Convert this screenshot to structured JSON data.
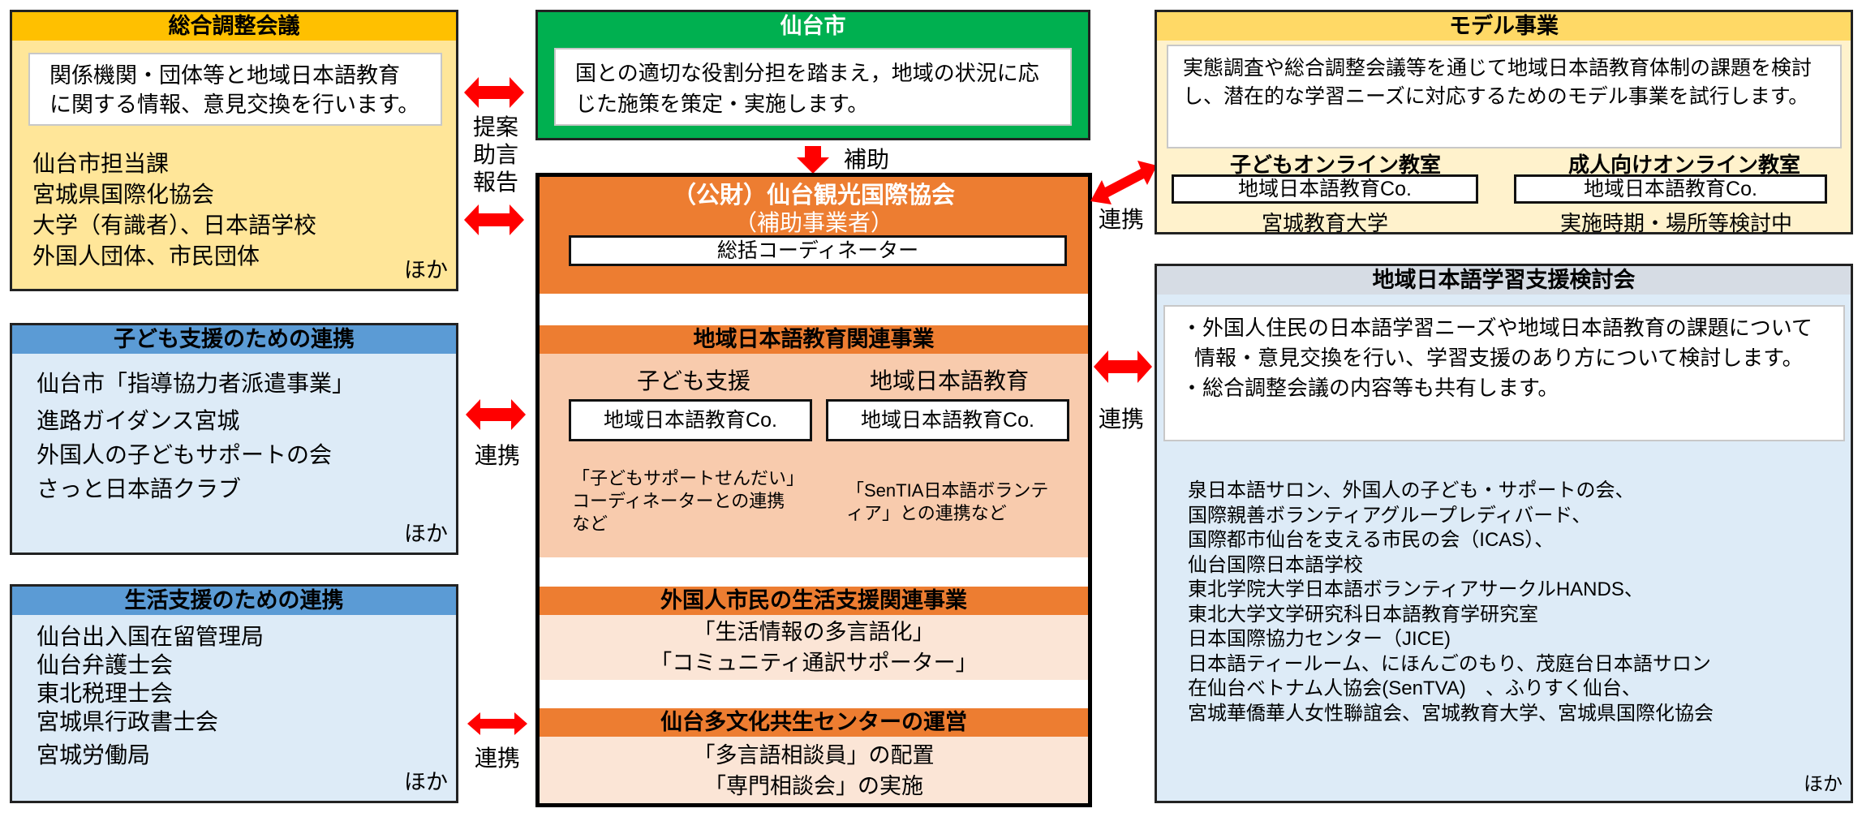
{
  "coord": {
    "title": "総合調整会議",
    "desc": "関係機関・団体等と地域日本語教育に関する情報、意見交換を行います。",
    "items": [
      "仙台市担当課",
      "宮城県国際化協会",
      "大学（有識者）、日本語学校",
      "外国人団体、市民団体"
    ],
    "more": "ほか"
  },
  "child": {
    "title": "子ども支援のための連携",
    "items": [
      "仙台市「指導協力者派遣事業」",
      "進路ガイダンス宮城",
      "外国人の子どもサポートの会",
      "さっと日本語クラブ"
    ],
    "more": "ほか"
  },
  "life": {
    "title": "生活支援のための連携",
    "items": [
      "仙台出入国在留管理局",
      "仙台弁護士会",
      "東北税理士会",
      "宮城県行政書士会",
      "宮城労働局"
    ],
    "more": "ほか"
  },
  "arrows": {
    "proposal": [
      "提案",
      "助言",
      "報告"
    ],
    "link": "連携",
    "subsidy": "補助"
  },
  "city": {
    "title": "仙台市",
    "desc": "国との適切な役割分担を踏まえ，地域の状況に応じた施策を策定・実施します。"
  },
  "assoc": {
    "title": "（公財）仙台観光国際協会",
    "subtitle": "（補助事業者）",
    "coordinator": "総括コーディネーター",
    "edu": {
      "title": "地域日本語教育関連事業",
      "cols": [
        {
          "head": "子ども支援",
          "co": "地域日本語教育Co.",
          "note": "「子どもサポートせんだい」コーディネーターとの連携など"
        },
        {
          "head": "地域日本語教育",
          "co": "地域日本語教育Co.",
          "note": "「SenTIA日本語ボランティア」との連携など"
        }
      ]
    },
    "life": {
      "title": "外国人市民の生活支援関連事業",
      "items": [
        "「生活情報の多言語化」",
        "「コミュニティ通訳サポーター」"
      ]
    },
    "center": {
      "title": "仙台多文化共生センターの運営",
      "items": [
        "「多言語相談員」の配置",
        "「専門相談会」の実施"
      ]
    }
  },
  "model": {
    "title": "モデル事業",
    "desc": "実態調査や総合調整会議等を通じて地域日本語教育体制の課題を検討し、潜在的な学習ニーズに対応するためのモデル事業を試行します。",
    "cols": [
      {
        "head": "子どもオンライン教室",
        "co": "地域日本語教育Co.",
        "sub": "宮城教育大学"
      },
      {
        "head": "成人向けオンライン教室",
        "co": "地域日本語教育Co.",
        "sub": "実施時期・場所等検討中"
      }
    ]
  },
  "study": {
    "title": "地域日本語学習支援検討会",
    "bullets": [
      "・外国人住民の日本語学習ニーズや地域日本語教育の課題について情報・意見交換を行い、学習支援のあり方について検討します。",
      "・総合調整会議の内容等も共有します。"
    ],
    "members": [
      "泉日本語サロン、外国人の子ども・サポートの会、",
      "国際親善ボランティアグループレディバード、",
      "国際都市仙台を支える市民の会（ICAS）、",
      "仙台国際日本語学校",
      "東北学院大学日本語ボランティアサークルHANDS、",
      "東北大学文学研究科日本語教育学研究室",
      "日本国際協力センター（JICE)",
      "日本語ティールーム、にほんごのもり、茂庭台日本語サロン",
      "在仙台ベトナム人協会(SenTVA)　、ふりすく仙台、",
      "宮城華僑華人女性聯誼会、宮城教育大学、宮城県国際化協会"
    ],
    "more": "ほか"
  },
  "colors": {
    "yellow": "#FFC000",
    "yellowBody": "#FFE699",
    "blue": "#5B9BD5",
    "blueBody": "#DDEBF7",
    "green": "#00B050",
    "orange": "#ED7D31",
    "peach": "#F8CBAD",
    "lightPeach": "#FBE5D6",
    "arrow": "#FF0000"
  }
}
